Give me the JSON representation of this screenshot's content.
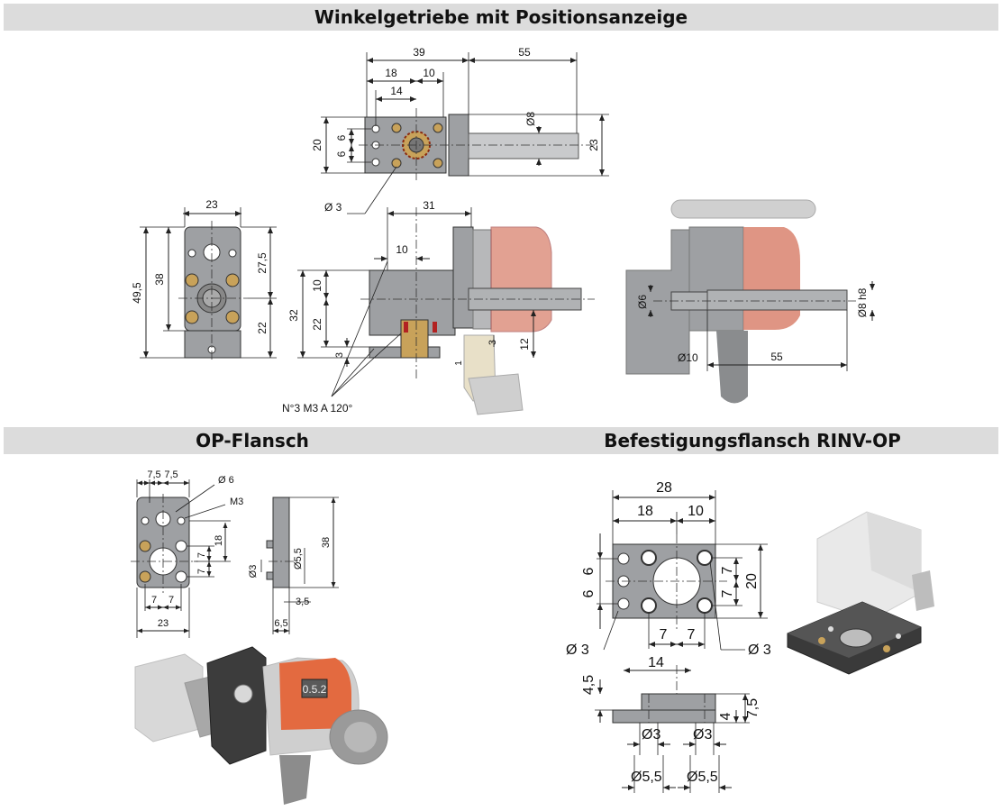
{
  "headers": {
    "top": "Winkelgetriebe mit Positionsanzeige",
    "left": "OP-Flansch",
    "right": "Befestigungsflansch RINV-OP"
  },
  "top_drawing": {
    "dims": {
      "d39": "39",
      "d55": "55",
      "d18": "18",
      "d10": "10",
      "d14": "14",
      "d20": "20",
      "d6a": "6",
      "d6b": "6",
      "dd8": "Ø8",
      "d23r": "23",
      "dd3": "Ø 3",
      "d23": "23",
      "d31": "31",
      "d10b": "10",
      "d49_5": "49,5",
      "d38": "38",
      "d27_5": "27,5",
      "d22": "22",
      "d32": "32",
      "d10c": "10",
      "d22b": "22",
      "d3a": "3",
      "d3b": "3",
      "d12": "12",
      "d1": "1",
      "d6r": "Ø6",
      "d8h8": "Ø8 h8",
      "d10r": "Ø10",
      "d55r": "55"
    },
    "note": "N°3 M3 A 120°"
  },
  "op_flansch": {
    "dims": {
      "d7_5a": "7,5",
      "d7_5b": "7,5",
      "dd6": "Ø 6",
      "m3": "M3",
      "d18": "18",
      "d7a": "7",
      "d7b": "7",
      "d7c": "7",
      "d7d": "7",
      "d23": "23",
      "d38": "38",
      "dd3": "Ø3",
      "dd5_5": "Ø5,5",
      "d3_5": "3,5",
      "d6_5": "6,5"
    },
    "display_value": "0.5.2"
  },
  "rinv_op": {
    "dims": {
      "d28": "28",
      "d18": "18",
      "d10": "10",
      "d6a": "6",
      "d6b": "6",
      "d7a": "7",
      "d7b": "7",
      "d20": "20",
      "dd3l": "Ø 3",
      "dd3r": "Ø 3",
      "d7c": "7",
      "d7d": "7",
      "d14": "14",
      "d4_5": "4,5",
      "d4": "4",
      "d7_5": "7,5",
      "dd3a": "Ø3",
      "dd3b": "Ø3",
      "dd5_5a": "Ø5,5",
      "dd5_5b": "Ø5,5"
    }
  },
  "colors": {
    "band": "#dcdcdc",
    "housing": "#9ea0a3",
    "indicator": "#d9826e",
    "brass": "#c8a25a"
  }
}
